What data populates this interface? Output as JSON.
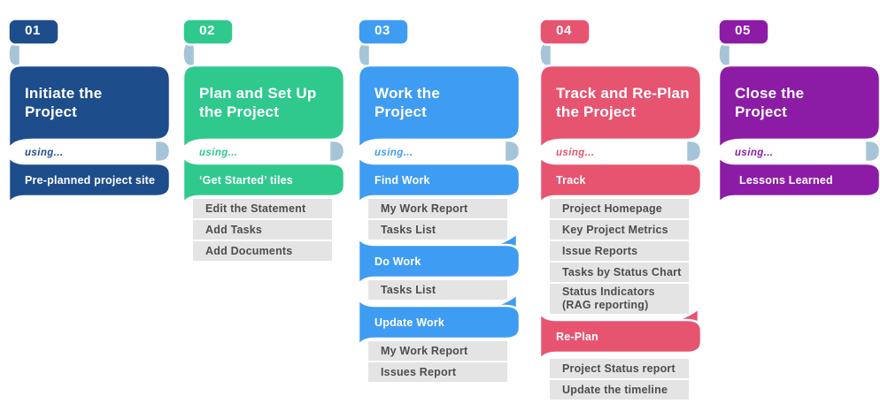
{
  "palette": {
    "fold": "#a6c4d7",
    "item_bg": "#e4e4e4",
    "item_text": "#4d4d4d",
    "text_on_color": "#ffffff",
    "background": "#ffffff"
  },
  "using_label": "using...",
  "columns": [
    {
      "number": "01",
      "color": "#1e4d8c",
      "title": "Initiate the\nProject",
      "banner1": "Pre-planned project site"
    },
    {
      "number": "02",
      "color": "#2fc98e",
      "title": "Plan and Set Up\nthe Project",
      "banner1": "‘Get Started’ tiles",
      "items1": [
        "Edit the Statement",
        "Add Tasks",
        "Add Documents"
      ]
    },
    {
      "number": "03",
      "color": "#3f9cf3",
      "title": "Work the\nProject",
      "banner1": "Find Work",
      "items1": [
        "My Work Report",
        "Tasks List"
      ],
      "banner2": "Do Work",
      "items2": [
        "Tasks List"
      ],
      "banner3": "Update Work",
      "items3": [
        "My Work Report",
        "Issues Report"
      ]
    },
    {
      "number": "04",
      "color": "#e75470",
      "title": "Track and Re-Plan\nthe Project",
      "banner1": "Track",
      "items1": [
        "Project Homepage",
        "Key Project Metrics",
        "Issue Reports",
        "Tasks by Status Chart",
        "Status Indicators\n(RAG reporting)"
      ],
      "banner2": "Re-Plan",
      "items2": [
        "Project Status report",
        "Update the timeline"
      ]
    },
    {
      "number": "05",
      "color": "#8c1ca6",
      "title": "Close the\nProject",
      "banner1": "Lessons Learned"
    }
  ]
}
